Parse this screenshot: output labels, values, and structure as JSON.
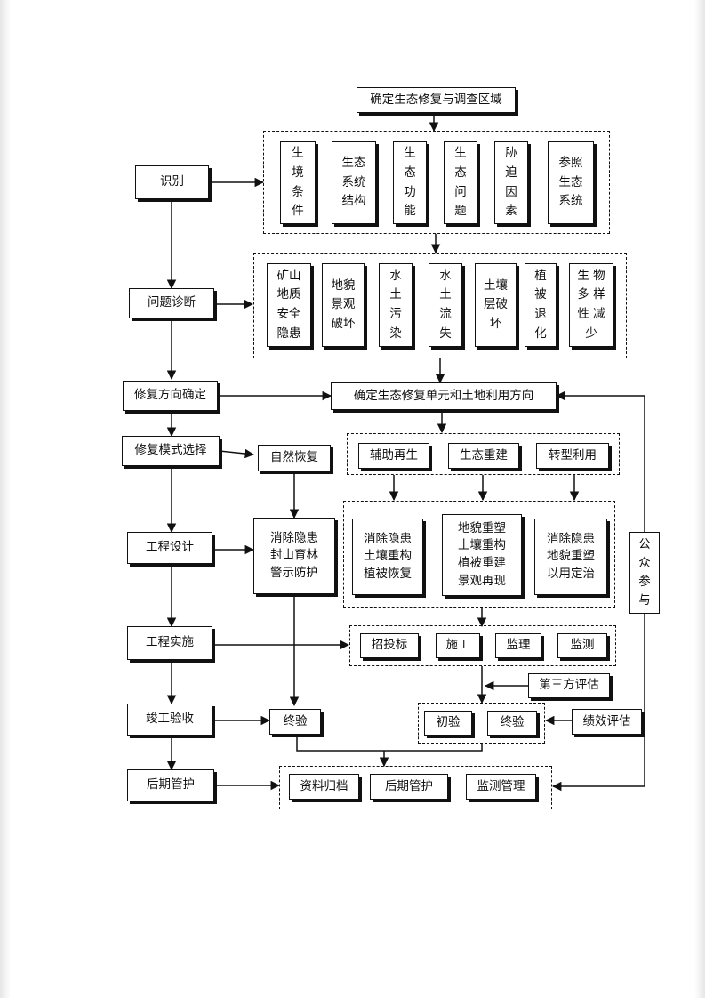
{
  "title": "确定生态修复与调查区域",
  "stages": [
    {
      "id": "identify",
      "label": "识别"
    },
    {
      "id": "diagnose",
      "label": "问题诊断"
    },
    {
      "id": "direction",
      "label": "修复方向确定"
    },
    {
      "id": "mode",
      "label": "修复模式选择"
    },
    {
      "id": "design",
      "label": "工程设计"
    },
    {
      "id": "implement",
      "label": "工程实施"
    },
    {
      "id": "acceptance",
      "label": "竣工验收"
    },
    {
      "id": "postcare",
      "label": "后期管护"
    }
  ],
  "identify_items": [
    "生\n境\n条\n件",
    "生态\n系统\n结构",
    "生\n态\n功\n能",
    "生\n态\n问\n题",
    "胁\n迫\n因\n素",
    "参照\n生态\n系统"
  ],
  "diagnosis_items": [
    "矿山\n地质\n安全\n隐患",
    "地貌\n景观\n破坏",
    "水\n土\n污\n染",
    "水\n土\n流\n失",
    "土壤\n层破\n坏",
    "植\n被\n退\n化",
    "生 物\n多 样\n性 减\n少"
  ],
  "unit_direction": "确定生态修复单元和土地利用方向",
  "modes": [
    "辅助再生",
    "生态重建",
    "转型利用"
  ],
  "natural_recovery": "自然恢复",
  "natural_measures": "消除隐患\n封山育林\n警示防护",
  "mode_measures": [
    "消除隐患\n土壤重构\n植被恢复",
    "地貌重塑\n土壤重构\n植被重建\n景观再现",
    "消除隐患\n地貌重塑\n以用定治"
  ],
  "implementation_items": [
    "招投标",
    "施工",
    "监理",
    "监测"
  ],
  "third_party": "第三方评估",
  "inspections": [
    "初验",
    "终验"
  ],
  "final_inspection": "终验",
  "performance": "绩效评估",
  "postcare_items": [
    "资料归档",
    "后期管护",
    "监测管理"
  ],
  "public": "公\n众\n参\n与"
}
